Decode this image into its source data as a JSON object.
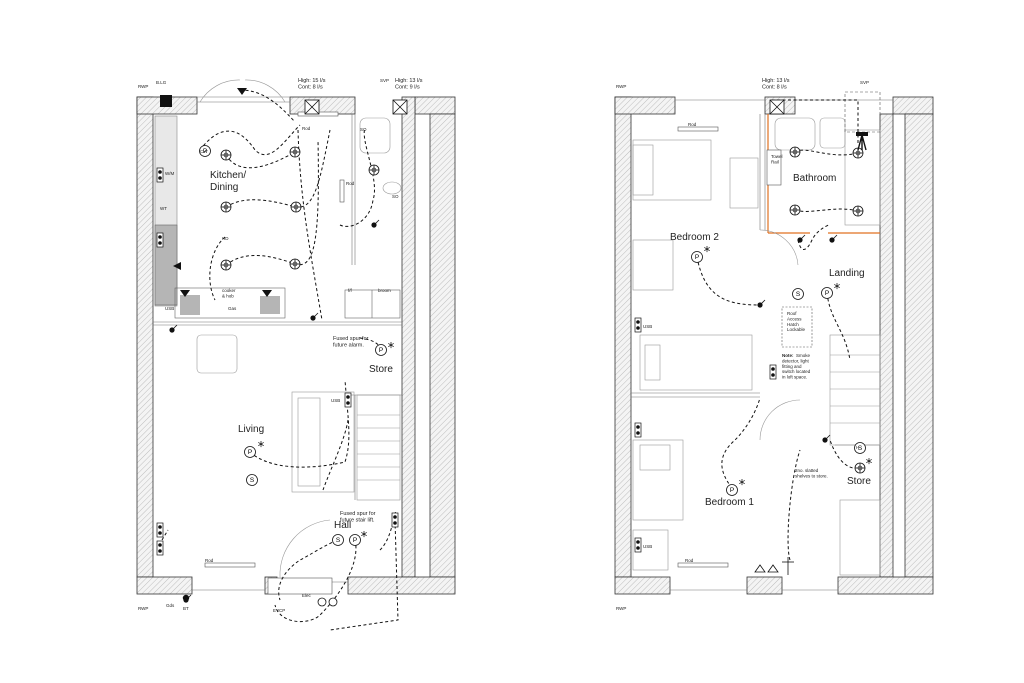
{
  "ground": {
    "rooms": {
      "kitchen": "Kitchen/\nDining",
      "living": "Living",
      "store": "Store",
      "hall": "Hall"
    },
    "notes": {
      "fan_top": "High: 15 l/s\nCont: 8 l/s",
      "fan_wc": "High: 13 l/s\nCont: 9 l/s",
      "fused_alarm": "Fused spur for\nfuture alarm.",
      "fused_stair": "Fused spur for\nfuture stair lift.",
      "cooker": "cooker\n& hob",
      "gas": "Gas",
      "ff": "f/f",
      "broom": "broom"
    },
    "tags": {
      "rwp_top": "RWP",
      "blg": "B.LG",
      "svp": "SVP",
      "rod_kitchen": "Rod",
      "rod_living": "Rod",
      "rod_hall": "Rod",
      "so": "SO",
      "wm": "W/M",
      "wt": "WT",
      "usb": "USB",
      "usb_living": "USB",
      "cw": "CW",
      "hd": "HD",
      "rwp_bottom": "RWP",
      "gds": "Gds",
      "bt": "BT",
      "evcp": "EVCP",
      "elec": "Elec"
    }
  },
  "first": {
    "rooms": {
      "bedroom2": "Bedroom 2",
      "bathroom": "Bathroom",
      "landing": "Landing",
      "bedroom1": "Bedroom 1",
      "store": "Store"
    },
    "notes": {
      "fan": "High: 13 l/s\nCont: 8 l/s",
      "roof_hatch": "Roof\nAccess\nHatch\nLockable",
      "note_label": "Note:",
      "note_body": "Smoke\ndetector, light\nfitting and\nswitch located\nin loft space.",
      "shelves": "2no. slatted\nshelves to store."
    },
    "tags": {
      "rwp_top": "RWP",
      "svp": "SVP",
      "rod": "Rod",
      "rod_bottom": "Rod",
      "towel_rail": "Towel\nRail",
      "usb_b2": "USB",
      "usb_b1": "USB",
      "rwp_bottom": "RWP",
      "h": "H"
    }
  }
}
